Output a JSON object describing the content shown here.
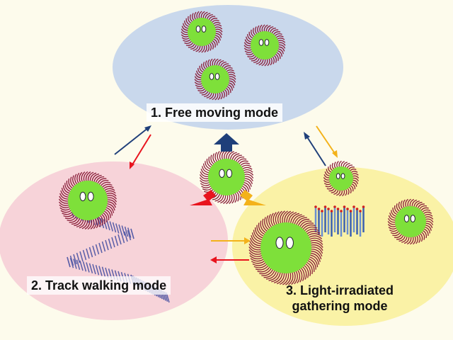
{
  "modes": [
    {
      "label": "1. Free moving mode",
      "color": "#c9d8ec"
    },
    {
      "label": "2. Track walking mode",
      "color": "#f7d3d9"
    },
    {
      "label_line1": "3. Light-irradiated",
      "label_line2": "gathering mode",
      "color": "#faf2a6"
    }
  ],
  "colors": {
    "micelle": "#7ee03a",
    "corona": "#8a1f3a",
    "blue_arrow": "#1f3f7a",
    "red_arrow": "#e8141e",
    "orange_arrow": "#f3b21a"
  }
}
